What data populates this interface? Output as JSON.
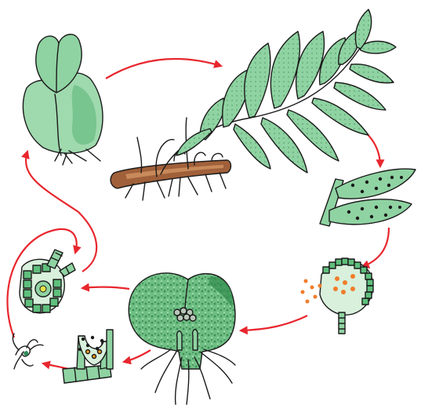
{
  "diagram": {
    "type": "fern-life-cycle",
    "stages": [
      {
        "id": "young-sporophyte",
        "description_icon": "young-sporophyte-on-prothallus"
      },
      {
        "id": "mature-sporophyte",
        "description_icon": "fern-frond-with-rhizome"
      },
      {
        "id": "sori",
        "description_icon": "pinnae-with-sori"
      },
      {
        "id": "sporangium",
        "description_icon": "sporangium-releasing-spores"
      },
      {
        "id": "gametophyte",
        "description_icon": "prothallus-heart-shaped"
      },
      {
        "id": "antheridium",
        "description_icon": "antheridium-with-sperm"
      },
      {
        "id": "sperm",
        "description_icon": "swimming-sperm"
      },
      {
        "id": "archegonium",
        "description_icon": "archegonium-with-egg"
      }
    ],
    "colors": {
      "arrow": "#e8262e",
      "plant_fill": "#8fd3a2",
      "plant_dark": "#2e8b57",
      "cell_fill": "#5fbf7c",
      "stem_brown": "#a0603a",
      "spore_orange": "#f07c2a"
    }
  }
}
